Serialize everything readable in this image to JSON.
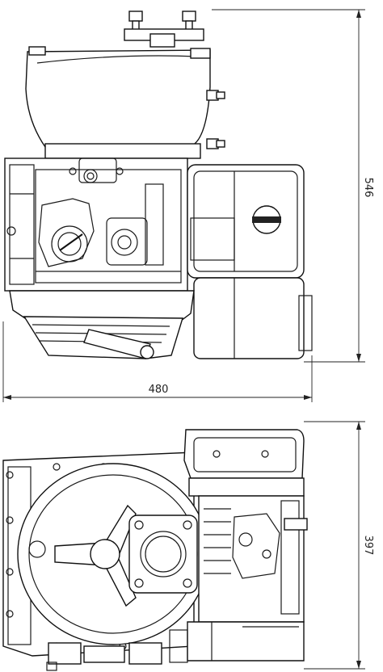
{
  "drawing": {
    "top_view": {
      "width_dimension": "480",
      "height_dimension": "546"
    },
    "bottom_view": {
      "height_dimension": "397"
    },
    "colors": {
      "line": "#1a1a1a",
      "background": "#ffffff"
    }
  }
}
